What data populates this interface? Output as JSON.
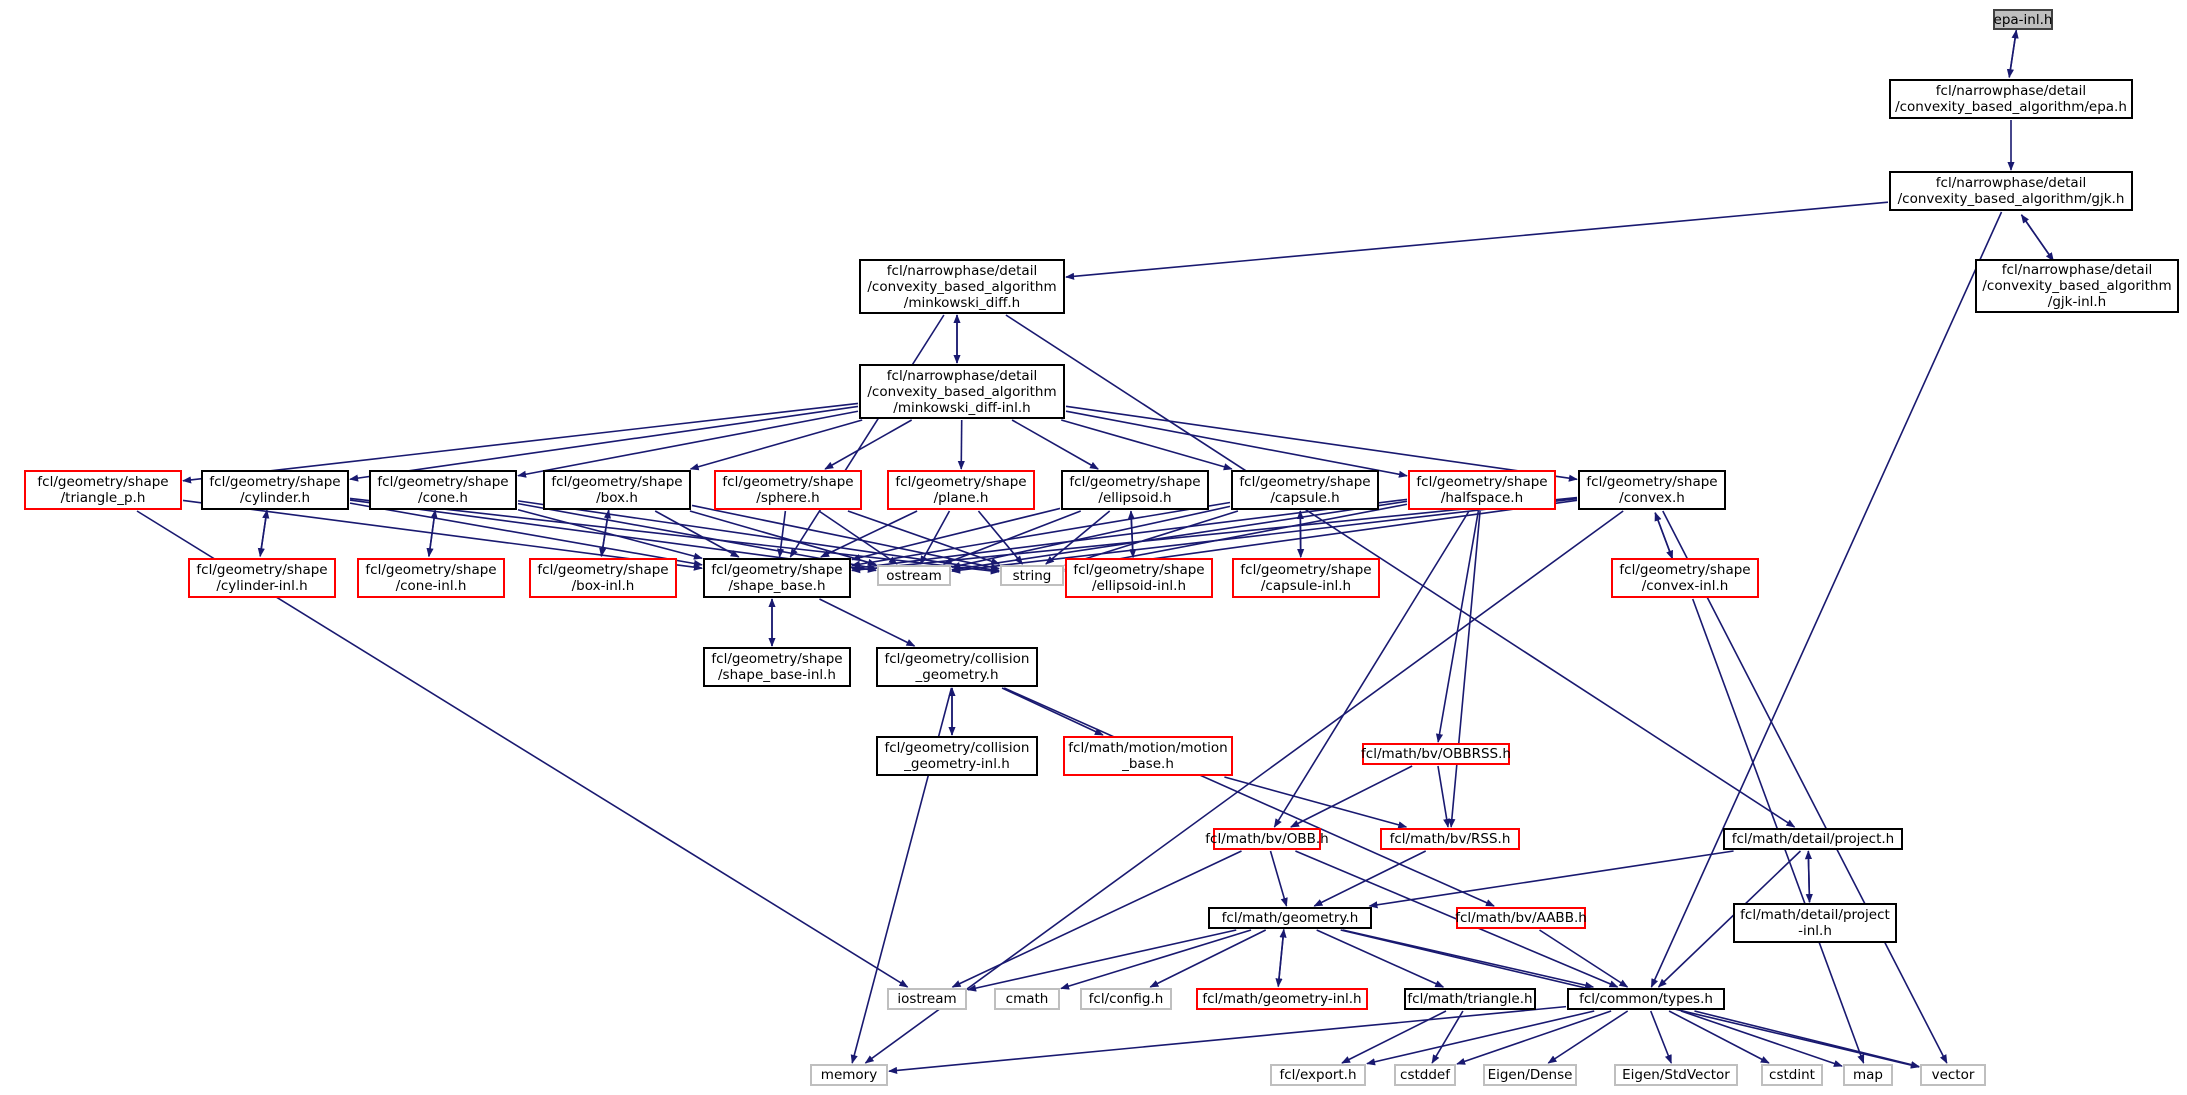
{
  "colors": {
    "edge": "#191970",
    "normal_border": "#000000",
    "missing_border": "#ff0000",
    "external_border": "#bfbfbf",
    "root_fill": "#bfbfbf"
  },
  "nodes": [
    {
      "id": "epa_inl",
      "label": "epa-inl.h",
      "kind": "root"
    },
    {
      "id": "epa",
      "label": "fcl/narrowphase/detail\n/convexity_based_algorithm/epa.h",
      "kind": "normal"
    },
    {
      "id": "gjk",
      "label": "fcl/narrowphase/detail\n/convexity_based_algorithm/gjk.h",
      "kind": "normal"
    },
    {
      "id": "gjk_inl",
      "label": "fcl/narrowphase/detail\n/convexity_based_algorithm\n/gjk-inl.h",
      "kind": "normal"
    },
    {
      "id": "mink",
      "label": "fcl/narrowphase/detail\n/convexity_based_algorithm\n/minkowski_diff.h",
      "kind": "normal"
    },
    {
      "id": "mink_inl",
      "label": "fcl/narrowphase/detail\n/convexity_based_algorithm\n/minkowski_diff-inl.h",
      "kind": "normal"
    },
    {
      "id": "triangle_p",
      "label": "fcl/geometry/shape\n/triangle_p.h",
      "kind": "red"
    },
    {
      "id": "cylinder",
      "label": "fcl/geometry/shape\n/cylinder.h",
      "kind": "normal"
    },
    {
      "id": "cone",
      "label": "fcl/geometry/shape\n/cone.h",
      "kind": "normal"
    },
    {
      "id": "box",
      "label": "fcl/geometry/shape\n/box.h",
      "kind": "normal"
    },
    {
      "id": "sphere",
      "label": "fcl/geometry/shape\n/sphere.h",
      "kind": "red"
    },
    {
      "id": "plane",
      "label": "fcl/geometry/shape\n/plane.h",
      "kind": "red"
    },
    {
      "id": "ellipsoid",
      "label": "fcl/geometry/shape\n/ellipsoid.h",
      "kind": "normal"
    },
    {
      "id": "capsule",
      "label": "fcl/geometry/shape\n/capsule.h",
      "kind": "normal"
    },
    {
      "id": "halfspace",
      "label": "fcl/geometry/shape\n/halfspace.h",
      "kind": "red"
    },
    {
      "id": "convex",
      "label": "fcl/geometry/shape\n/convex.h",
      "kind": "normal"
    },
    {
      "id": "cylinder_inl",
      "label": "fcl/geometry/shape\n/cylinder-inl.h",
      "kind": "red"
    },
    {
      "id": "cone_inl",
      "label": "fcl/geometry/shape\n/cone-inl.h",
      "kind": "red"
    },
    {
      "id": "box_inl",
      "label": "fcl/geometry/shape\n/box-inl.h",
      "kind": "red"
    },
    {
      "id": "shape_base",
      "label": "fcl/geometry/shape\n/shape_base.h",
      "kind": "normal"
    },
    {
      "id": "ostream",
      "label": "ostream",
      "kind": "gray"
    },
    {
      "id": "string",
      "label": "string",
      "kind": "gray"
    },
    {
      "id": "ellipsoid_inl",
      "label": "fcl/geometry/shape\n/ellipsoid-inl.h",
      "kind": "red"
    },
    {
      "id": "capsule_inl",
      "label": "fcl/geometry/shape\n/capsule-inl.h",
      "kind": "red"
    },
    {
      "id": "convex_inl",
      "label": "fcl/geometry/shape\n/convex-inl.h",
      "kind": "red"
    },
    {
      "id": "shape_base_inl",
      "label": "fcl/geometry/shape\n/shape_base-inl.h",
      "kind": "normal"
    },
    {
      "id": "coll_geom",
      "label": "fcl/geometry/collision\n_geometry.h",
      "kind": "normal"
    },
    {
      "id": "coll_geom_inl",
      "label": "fcl/geometry/collision\n_geometry-inl.h",
      "kind": "normal"
    },
    {
      "id": "motion_base",
      "label": "fcl/math/motion/motion\n_base.h",
      "kind": "red"
    },
    {
      "id": "obbrss",
      "label": "fcl/math/bv/OBBRSS.h",
      "kind": "red"
    },
    {
      "id": "obb",
      "label": "fcl/math/bv/OBB.h",
      "kind": "red"
    },
    {
      "id": "rss",
      "label": "fcl/math/bv/RSS.h",
      "kind": "red"
    },
    {
      "id": "project",
      "label": "fcl/math/detail/project.h",
      "kind": "normal"
    },
    {
      "id": "project_inl",
      "label": "fcl/math/detail/project\n-inl.h",
      "kind": "normal"
    },
    {
      "id": "aabb",
      "label": "fcl/math/bv/AABB.h",
      "kind": "red"
    },
    {
      "id": "geometry",
      "label": "fcl/math/geometry.h",
      "kind": "normal"
    },
    {
      "id": "iostream",
      "label": "iostream",
      "kind": "gray"
    },
    {
      "id": "cmath",
      "label": "cmath",
      "kind": "gray"
    },
    {
      "id": "config",
      "label": "fcl/config.h",
      "kind": "gray"
    },
    {
      "id": "geometry_inl",
      "label": "fcl/math/geometry-inl.h",
      "kind": "red"
    },
    {
      "id": "triangle",
      "label": "fcl/math/triangle.h",
      "kind": "normal"
    },
    {
      "id": "types",
      "label": "fcl/common/types.h",
      "kind": "normal"
    },
    {
      "id": "memory",
      "label": "memory",
      "kind": "gray"
    },
    {
      "id": "export",
      "label": "fcl/export.h",
      "kind": "gray"
    },
    {
      "id": "cstddef",
      "label": "cstddef",
      "kind": "gray"
    },
    {
      "id": "eigen_dense",
      "label": "Eigen/Dense",
      "kind": "gray"
    },
    {
      "id": "eigen_stdvector",
      "label": "Eigen/StdVector",
      "kind": "gray"
    },
    {
      "id": "cstdint",
      "label": "cstdint",
      "kind": "gray"
    },
    {
      "id": "map",
      "label": "map",
      "kind": "gray"
    },
    {
      "id": "vector",
      "label": "vector",
      "kind": "gray"
    }
  ],
  "edges": [
    [
      "epa_inl",
      "epa"
    ],
    [
      "epa",
      "epa_inl"
    ],
    [
      "epa",
      "gjk"
    ],
    [
      "gjk",
      "gjk_inl"
    ],
    [
      "gjk_inl",
      "gjk"
    ],
    [
      "gjk",
      "mink"
    ],
    [
      "gjk",
      "types"
    ],
    [
      "mink",
      "mink_inl"
    ],
    [
      "mink_inl",
      "mink"
    ],
    [
      "mink",
      "shape_base"
    ],
    [
      "mink",
      "project"
    ],
    [
      "mink_inl",
      "triangle_p"
    ],
    [
      "mink_inl",
      "cylinder"
    ],
    [
      "mink_inl",
      "cone"
    ],
    [
      "mink_inl",
      "box"
    ],
    [
      "mink_inl",
      "sphere"
    ],
    [
      "mink_inl",
      "plane"
    ],
    [
      "mink_inl",
      "ellipsoid"
    ],
    [
      "mink_inl",
      "capsule"
    ],
    [
      "mink_inl",
      "halfspace"
    ],
    [
      "mink_inl",
      "convex"
    ],
    [
      "triangle_p",
      "shape_base"
    ],
    [
      "triangle_p",
      "iostream"
    ],
    [
      "cylinder",
      "cylinder_inl"
    ],
    [
      "cylinder_inl",
      "cylinder"
    ],
    [
      "cylinder",
      "shape_base"
    ],
    [
      "cylinder",
      "ostream"
    ],
    [
      "cylinder",
      "string"
    ],
    [
      "cone",
      "cone_inl"
    ],
    [
      "cone_inl",
      "cone"
    ],
    [
      "cone",
      "shape_base"
    ],
    [
      "cone",
      "ostream"
    ],
    [
      "cone",
      "string"
    ],
    [
      "box",
      "box_inl"
    ],
    [
      "box_inl",
      "box"
    ],
    [
      "box",
      "shape_base"
    ],
    [
      "box",
      "ostream"
    ],
    [
      "box",
      "string"
    ],
    [
      "sphere",
      "shape_base"
    ],
    [
      "sphere",
      "ostream"
    ],
    [
      "sphere",
      "string"
    ],
    [
      "plane",
      "shape_base"
    ],
    [
      "plane",
      "ostream"
    ],
    [
      "plane",
      "string"
    ],
    [
      "ellipsoid",
      "ellipsoid_inl"
    ],
    [
      "ellipsoid_inl",
      "ellipsoid"
    ],
    [
      "ellipsoid",
      "shape_base"
    ],
    [
      "ellipsoid",
      "ostream"
    ],
    [
      "ellipsoid",
      "string"
    ],
    [
      "capsule",
      "capsule_inl"
    ],
    [
      "capsule_inl",
      "capsule"
    ],
    [
      "capsule",
      "shape_base"
    ],
    [
      "capsule",
      "ostream"
    ],
    [
      "capsule",
      "string"
    ],
    [
      "halfspace",
      "shape_base"
    ],
    [
      "halfspace",
      "ostream"
    ],
    [
      "halfspace",
      "string"
    ],
    [
      "halfspace",
      "obb"
    ],
    [
      "halfspace",
      "obbrss"
    ],
    [
      "halfspace",
      "rss"
    ],
    [
      "convex",
      "convex_inl"
    ],
    [
      "convex_inl",
      "convex"
    ],
    [
      "convex",
      "shape_base"
    ],
    [
      "convex",
      "ostream"
    ],
    [
      "convex",
      "string"
    ],
    [
      "convex",
      "memory"
    ],
    [
      "convex",
      "vector"
    ],
    [
      "convex_inl",
      "map"
    ],
    [
      "shape_base",
      "shape_base_inl"
    ],
    [
      "shape_base_inl",
      "shape_base"
    ],
    [
      "shape_base",
      "coll_geom"
    ],
    [
      "coll_geom",
      "coll_geom_inl"
    ],
    [
      "coll_geom_inl",
      "coll_geom"
    ],
    [
      "coll_geom",
      "memory"
    ],
    [
      "coll_geom",
      "motion_base"
    ],
    [
      "coll_geom",
      "aabb"
    ],
    [
      "motion_base",
      "rss"
    ],
    [
      "obbrss",
      "obb"
    ],
    [
      "obbrss",
      "rss"
    ],
    [
      "obb",
      "geometry"
    ],
    [
      "obb",
      "iostream"
    ],
    [
      "obb",
      "types"
    ],
    [
      "rss",
      "geometry"
    ],
    [
      "project",
      "project_inl"
    ],
    [
      "project_inl",
      "project"
    ],
    [
      "project",
      "geometry"
    ],
    [
      "project",
      "types"
    ],
    [
      "aabb",
      "types"
    ],
    [
      "geometry",
      "iostream"
    ],
    [
      "geometry",
      "cmath"
    ],
    [
      "geometry",
      "config"
    ],
    [
      "geometry",
      "geometry_inl"
    ],
    [
      "geometry_inl",
      "geometry"
    ],
    [
      "geometry",
      "triangle"
    ],
    [
      "geometry",
      "types"
    ],
    [
      "geometry",
      "vector"
    ],
    [
      "triangle",
      "export"
    ],
    [
      "triangle",
      "cstddef"
    ],
    [
      "types",
      "memory"
    ],
    [
      "types",
      "export"
    ],
    [
      "types",
      "cstddef"
    ],
    [
      "types",
      "eigen_dense"
    ],
    [
      "types",
      "eigen_stdvector"
    ],
    [
      "types",
      "cstdint"
    ],
    [
      "types",
      "map"
    ],
    [
      "types",
      "vector"
    ]
  ]
}
